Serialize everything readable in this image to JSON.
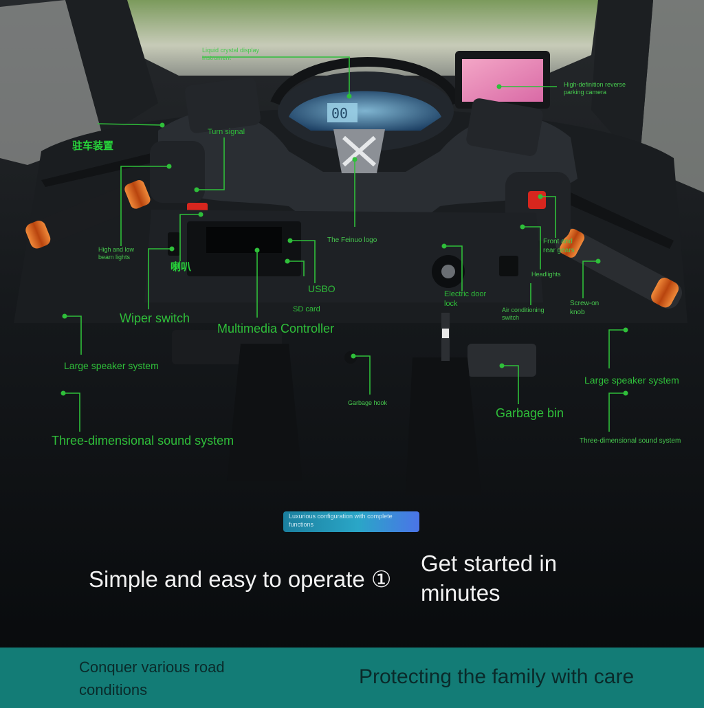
{
  "callouts": {
    "lcd": "Liquid crystal display instrument",
    "reverse_camera": "High-definition reverse parking camera",
    "parking_device": "驻车装置",
    "turn_signal": "Turn signal",
    "beam_lights": "High and low beam lights",
    "horn": "喇叭",
    "feinuo_logo": "The Feinuo logo",
    "front_rear_gears": "Front and rear gears",
    "headlights": "Headlights",
    "usb": "USBO",
    "sd_card": "SD card",
    "electric_door_lock": "Electric door lock",
    "ac_switch": "Air conditioning switch",
    "screw_knob": "Screw-on knob",
    "wiper_switch": "Wiper switch",
    "multimedia_controller": "Multimedia Controller",
    "large_speaker_left": "Large speaker system",
    "large_speaker_right": "Large speaker system",
    "garbage_hook": "Garbage hook",
    "garbage_bin": "Garbage bin",
    "sound_left": "Three-dimensional sound system",
    "sound_right": "Three-dimensional sound system"
  },
  "lcd_readout": "00",
  "pill_text": "Luxurious configuration with complete functions",
  "headline_left": "Simple and easy to operate ①",
  "headline_right": "Get started in minutes",
  "banner": {
    "left": "Conquer various road conditions",
    "right": "Protecting the family with care"
  },
  "colors": {
    "callout_green": "#2fbf3a",
    "banner_teal": "#137c76",
    "grip_orange": "#e2651c"
  }
}
